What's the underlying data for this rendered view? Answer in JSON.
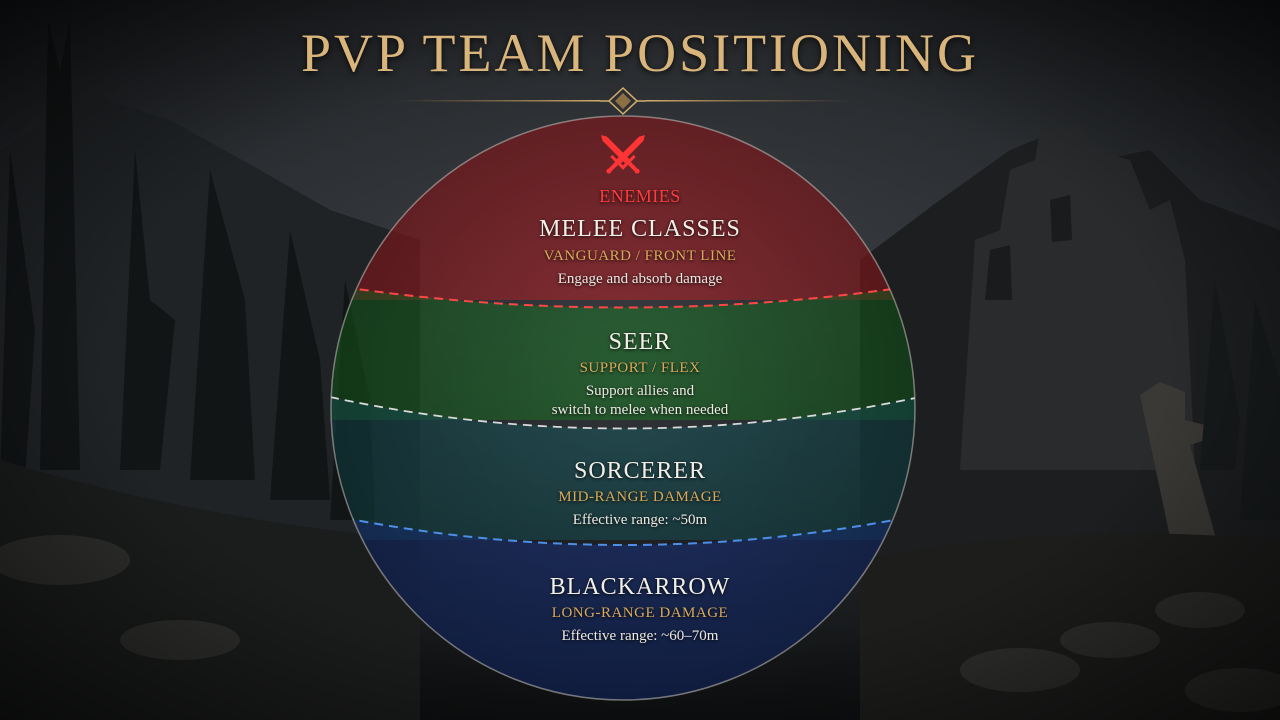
{
  "title": "PVP TEAM POSITIONING",
  "enemies_label": "ENEMIES",
  "zones": [
    {
      "role": "MELEE CLASSES",
      "subtitle": "VANGUARD / FRONT LINE",
      "description": [
        "Engage and absorb damage"
      ],
      "color": "#c8252c",
      "divider_color": "#ff4646"
    },
    {
      "role": "SEER",
      "subtitle": "SUPPORT / FLEX",
      "description": [
        "Support allies and",
        "switch to melee when needed"
      ],
      "color": "#1f7a2a",
      "divider_color": "#d9d9d9"
    },
    {
      "role": "SORCERER",
      "subtitle": "MID-RANGE DAMAGE",
      "description": [
        "Effective range: ~50m"
      ],
      "color": "#1b5c62",
      "divider_color": "#4d8fe6"
    },
    {
      "role": "BLACKARROW",
      "subtitle": "LONG-RANGE DAMAGE",
      "description": [
        "Effective range: ~60–70m"
      ],
      "color": "#1e3a8c"
    }
  ],
  "colors": {
    "title": "#d9b57c",
    "subtitle": "#d8a95a",
    "enemies": "#ff3b3b"
  },
  "icons": {
    "enemies": "crossed-swords-icon",
    "divider_emblem": "diamond-emblem-icon"
  }
}
